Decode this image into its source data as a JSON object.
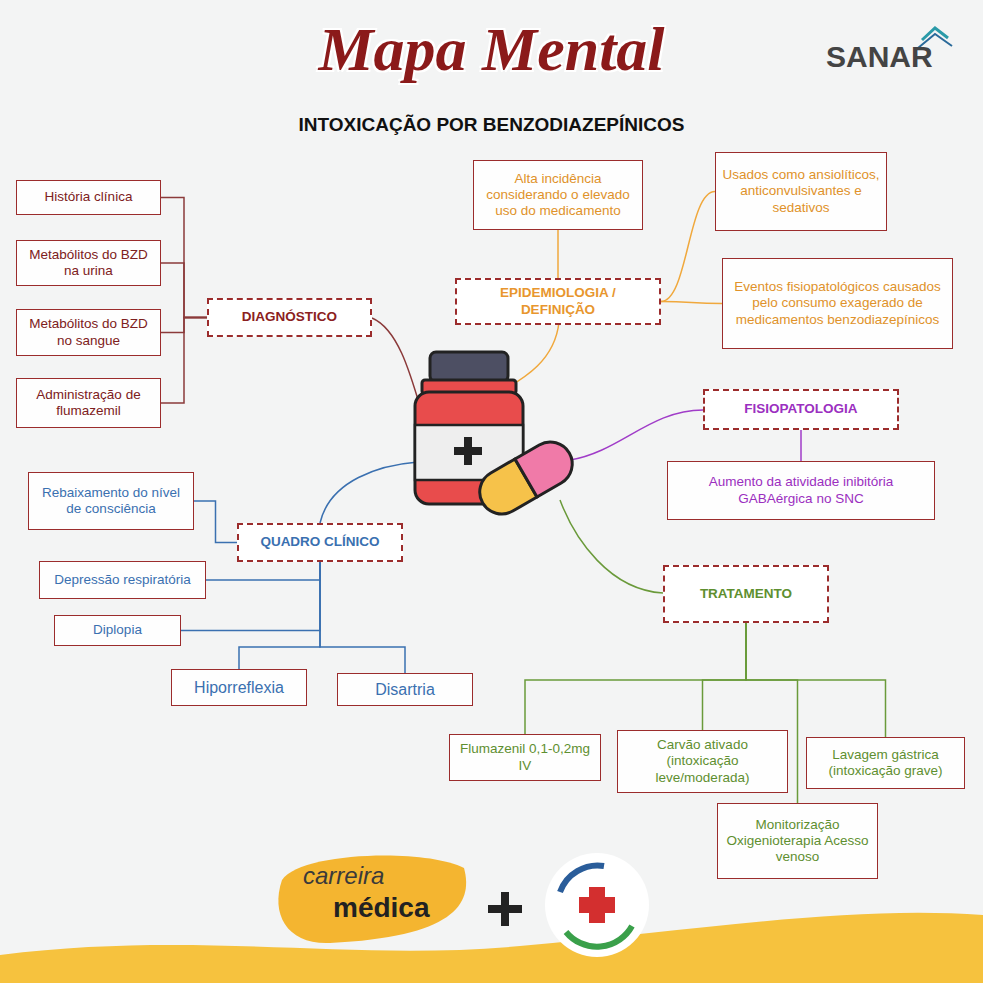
{
  "diagram": {
    "title": "Mapa Mental",
    "nodes": [
      {
        "text": [
          "Alta incidência considerando o elevado uso do medicamento"
        ]
      },
      {
        "text": [
          "Usados como ansiolíticos, anticonvulsivantes e sedativos"
        ]
      },
      {
        "text": [
          "História clínica"
        ]
      },
      {
        "text": [
          "EPIDEMIOLOGIA / DEFINIÇÃO"
        ]
      },
      {
        "text": [
          "Eventos fisiopatológicos causados pelo consumo exagerado de medicamentos benzodiazepínicos"
        ]
      },
      {
        "text": [
          "Metabólitos do BZD na urina"
        ]
      },
      {
        "text": [
          "DIAGNÓSTICO"
        ]
      },
      {
        "text": [
          "Metabólitos do BZD no sangue"
        ]
      },
      {
        "text": [
          "Administração de flumazemil"
        ]
      },
      {
        "text": [
          "FISIOPATOLOGIA"
        ]
      },
      {
        "text": [
          "Aumento da atividade inibitória GABAérgica no SNC"
        ]
      },
      {
        "text": [
          "Rebaixamento do nível de consciência"
        ]
      },
      {
        "text": [
          "QUADRO CLÍNICO"
        ]
      },
      {
        "text": [
          "Depressão respiratória"
        ]
      },
      {
        "text": [
          "TRATAMENTO"
        ]
      },
      {
        "text": [
          "Diplopia"
        ]
      },
      {
        "text": [
          "Hiporreflexia"
        ]
      },
      {
        "text": [
          "Disartria"
        ]
      },
      {
        "text": [
          "Flumazenil 0,1-0,2mg IV"
        ]
      },
      {
        "text": [
          "Carvão ativado (intoxicação leve/moderada)"
        ]
      },
      {
        "text": [
          "Lavagem gástrica (intoxicação grave)"
        ]
      },
      {
        "text": [
          "Monitorização Oxigenioterapia Acesso venoso"
        ]
      }
    ],
    "edges": [
      {
        "from": 3,
        "to": 0,
        "arrow": "none"
      },
      {
        "from": 3,
        "to": 1,
        "arrow": "none"
      },
      {
        "from": 3,
        "to": 4,
        "arrow": "none"
      },
      {
        "from": 6,
        "to": 2,
        "arrow": "none"
      },
      {
        "from": 6,
        "to": 5,
        "arrow": "none"
      },
      {
        "from": 6,
        "to": 7,
        "arrow": "none"
      },
      {
        "from": 6,
        "to": 8,
        "arrow": "none"
      },
      {
        "from": 9,
        "to": 10,
        "arrow": "none"
      },
      {
        "from": 12,
        "to": 11,
        "arrow": "none"
      },
      {
        "from": 12,
        "to": 13,
        "arrow": "none"
      },
      {
        "from": 12,
        "to": 15,
        "arrow": "none"
      },
      {
        "from": 12,
        "to": 16,
        "arrow": "none"
      },
      {
        "from": 12,
        "to": 17,
        "arrow": "none"
      },
      {
        "from": 14,
        "to": 18,
        "arrow": "none"
      },
      {
        "from": 14,
        "to": 19,
        "arrow": "none"
      },
      {
        "from": 14,
        "to": 20,
        "arrow": "none"
      },
      {
        "from": 14,
        "to": 21,
        "arrow": "none"
      }
    ],
    "labels": [
      "INTOXICAÇÃO POR BENZODIAZEPÍNICOS",
      "SANAR",
      "carreira",
      "médica"
    ]
  }
}
